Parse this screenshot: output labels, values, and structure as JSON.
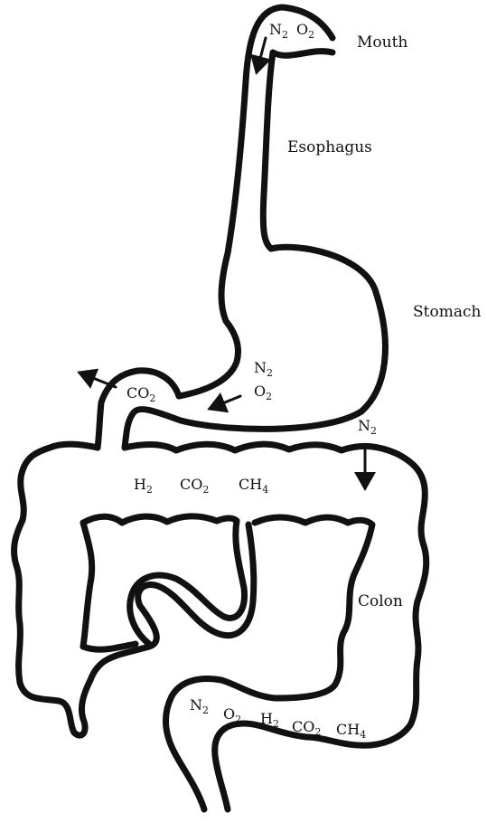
{
  "labels": {
    "mouth": "Mouth",
    "esophagus": "Esophagus",
    "stomach": "Stomach",
    "colon": "Colon"
  },
  "gases": {
    "mouth": [
      {
        "base": "N",
        "sub": "2"
      },
      {
        "base": "O",
        "sub": "2"
      }
    ],
    "stomach": [
      {
        "base": "N",
        "sub": "2"
      },
      {
        "base": "O",
        "sub": "2"
      }
    ],
    "duodenum": [
      {
        "base": "CO",
        "sub": "2"
      }
    ],
    "colon_entry": [
      {
        "base": "N",
        "sub": "2"
      }
    ],
    "transverse_colon": [
      {
        "base": "H",
        "sub": "2"
      },
      {
        "base": "CO",
        "sub": "2"
      },
      {
        "base": "CH",
        "sub": "4"
      }
    ],
    "rectum": [
      {
        "base": "N",
        "sub": "2"
      },
      {
        "base": "O",
        "sub": "2"
      },
      {
        "base": "H",
        "sub": "2"
      },
      {
        "base": "CO",
        "sub": "2"
      },
      {
        "base": "CH",
        "sub": "4"
      }
    ]
  },
  "colors": {
    "ink": "#111111",
    "background": "#ffffff"
  }
}
